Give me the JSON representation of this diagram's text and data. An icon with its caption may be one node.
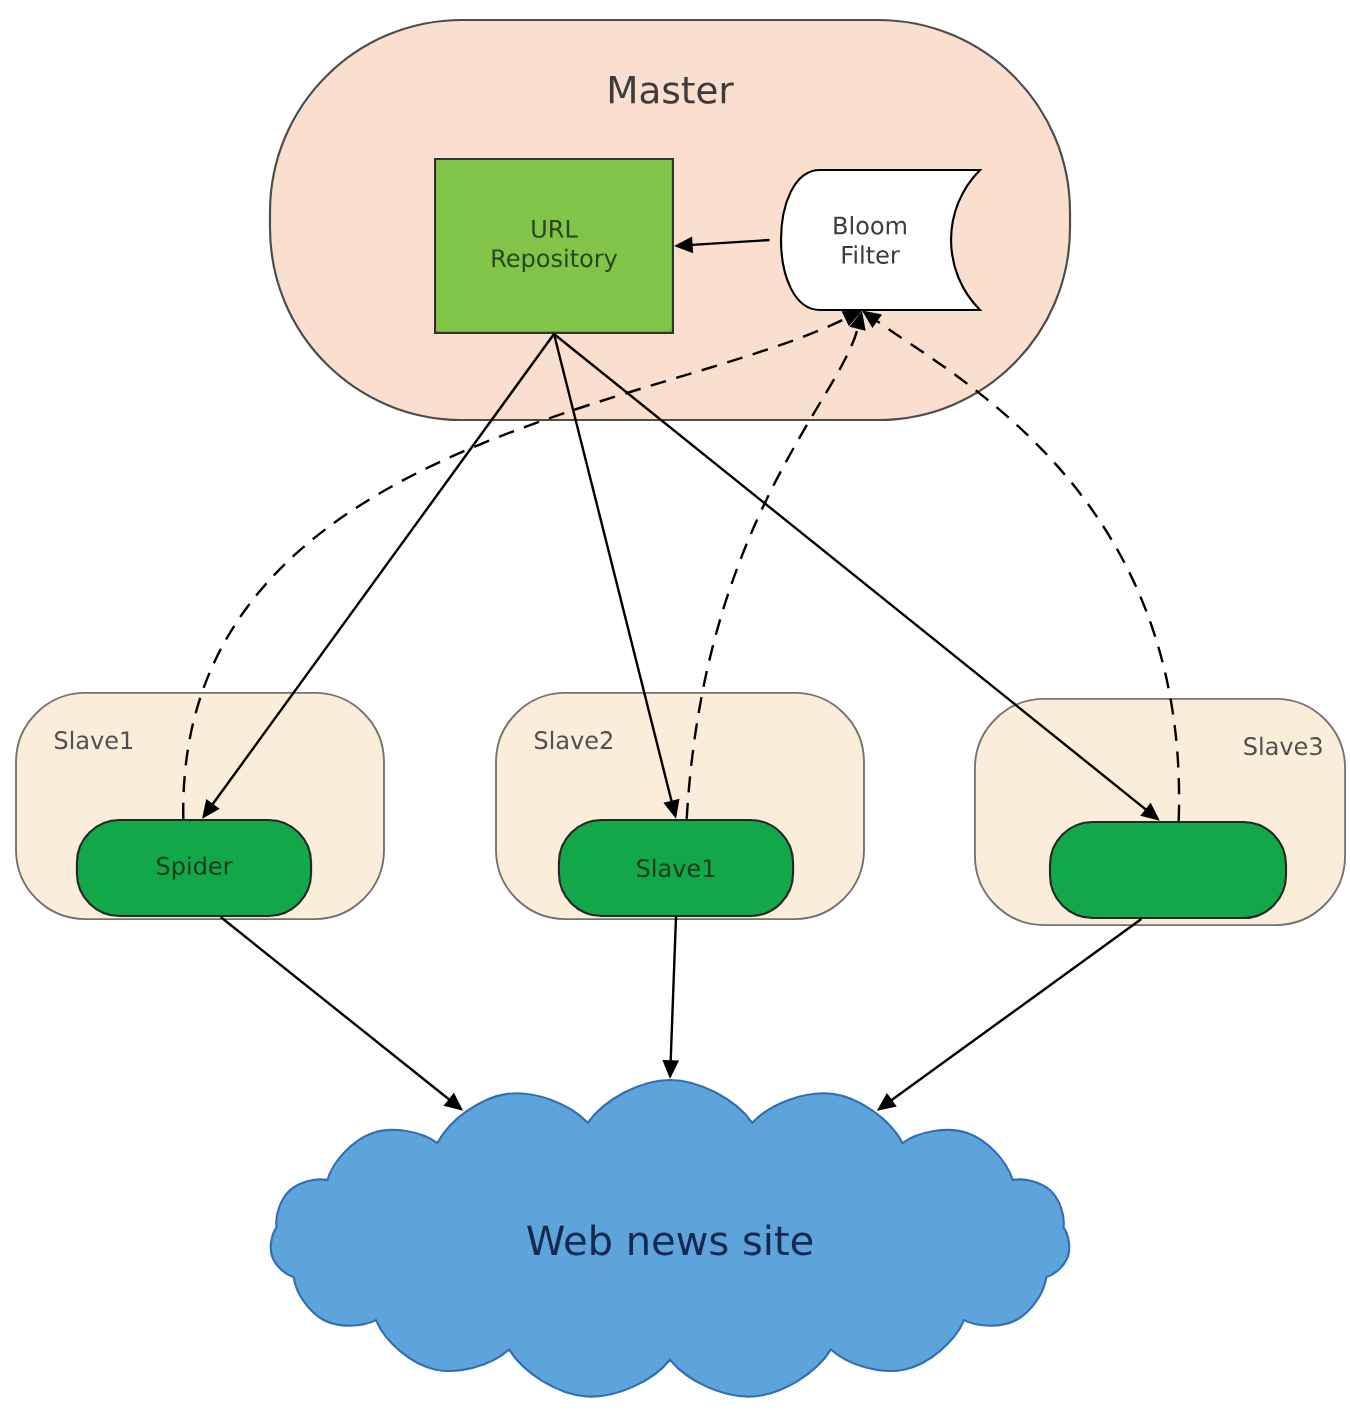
{
  "diagram": {
    "nodes": [
      {
        "text": [
          "Master"
        ]
      },
      {
        "text": [
          "URL Repository"
        ],
        "in": 0
      },
      {
        "text": [
          "Bloom Filter"
        ],
        "in": 0
      },
      {
        "text": [
          "Slave1"
        ]
      },
      {
        "text": [
          "Spider"
        ],
        "in": 3
      },
      {
        "text": [
          "Slave2"
        ]
      },
      {
        "text": [
          "Slave1"
        ],
        "in": 5
      },
      {
        "text": [
          "Slave3"
        ]
      },
      {
        "text": [],
        "shape": "box",
        "in": 7
      },
      {
        "text": [
          "Web news site"
        ]
      }
    ],
    "edges": [
      {
        "from": 2,
        "to": 1,
        "arrow": "to"
      },
      {
        "from": 1,
        "to": 4,
        "arrow": "to"
      },
      {
        "from": 1,
        "to": 6,
        "arrow": "to"
      },
      {
        "from": 1,
        "to": 8,
        "arrow": "to"
      },
      {
        "from": 4,
        "to": 2,
        "arrow": "to",
        "style": "dashed"
      },
      {
        "from": 6,
        "to": 2,
        "arrow": "to",
        "style": "dashed"
      },
      {
        "from": 8,
        "to": 2,
        "arrow": "to",
        "style": "dashed"
      },
      {
        "from": 4,
        "to": 9,
        "arrow": "to"
      },
      {
        "from": 6,
        "to": 9,
        "arrow": "to"
      },
      {
        "from": 8,
        "to": 9,
        "arrow": "to"
      }
    ]
  }
}
